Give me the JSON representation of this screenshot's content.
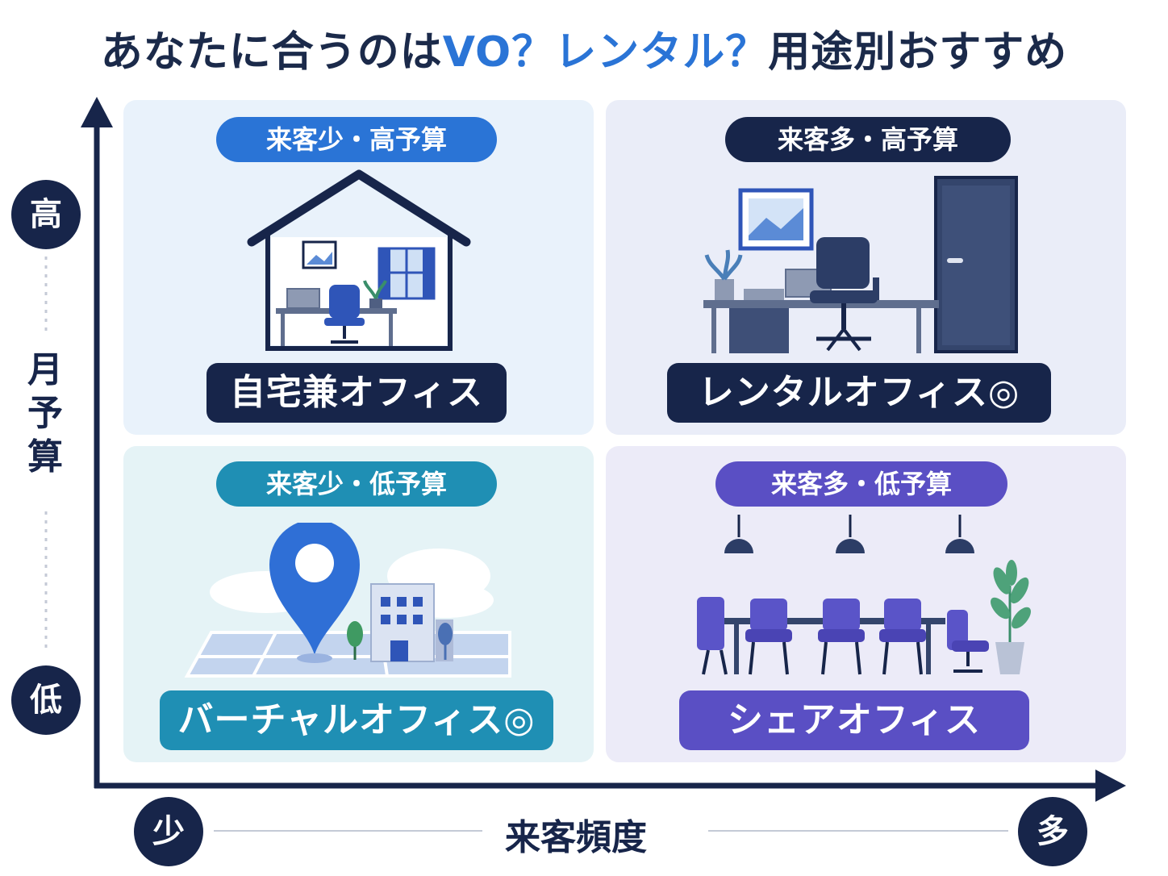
{
  "title": {
    "part1": "あなたに合うのは",
    "part2": "VO？レンタル？",
    "part3": "用途別おすすめ"
  },
  "axes": {
    "y": {
      "label": "月予算",
      "high": "高",
      "low": "低"
    },
    "x": {
      "label": "来客頻度",
      "low": "少",
      "high": "多"
    }
  },
  "quadrants": {
    "top_left": {
      "tag": "来客少・高予算",
      "label": "自宅兼オフィス"
    },
    "top_right": {
      "tag": "来客多・高予算",
      "label": "レンタルオフィス◎"
    },
    "bottom_left": {
      "tag": "来客少・低予算",
      "label": "バーチャルオフィス◎"
    },
    "bottom_right": {
      "tag": "来客多・低予算",
      "label": "シェアオフィス"
    }
  },
  "colors": {
    "navy": "#17254a",
    "blue": "#2a74d6",
    "teal": "#1f8fb4",
    "purple": "#5a4fc4",
    "icon_blue": "#2f55b8"
  },
  "icons": {
    "top_left": "house-office-icon",
    "top_right": "private-office-icon",
    "bottom_left": "map-pin-building-icon",
    "bottom_right": "shared-meeting-table-icon"
  }
}
